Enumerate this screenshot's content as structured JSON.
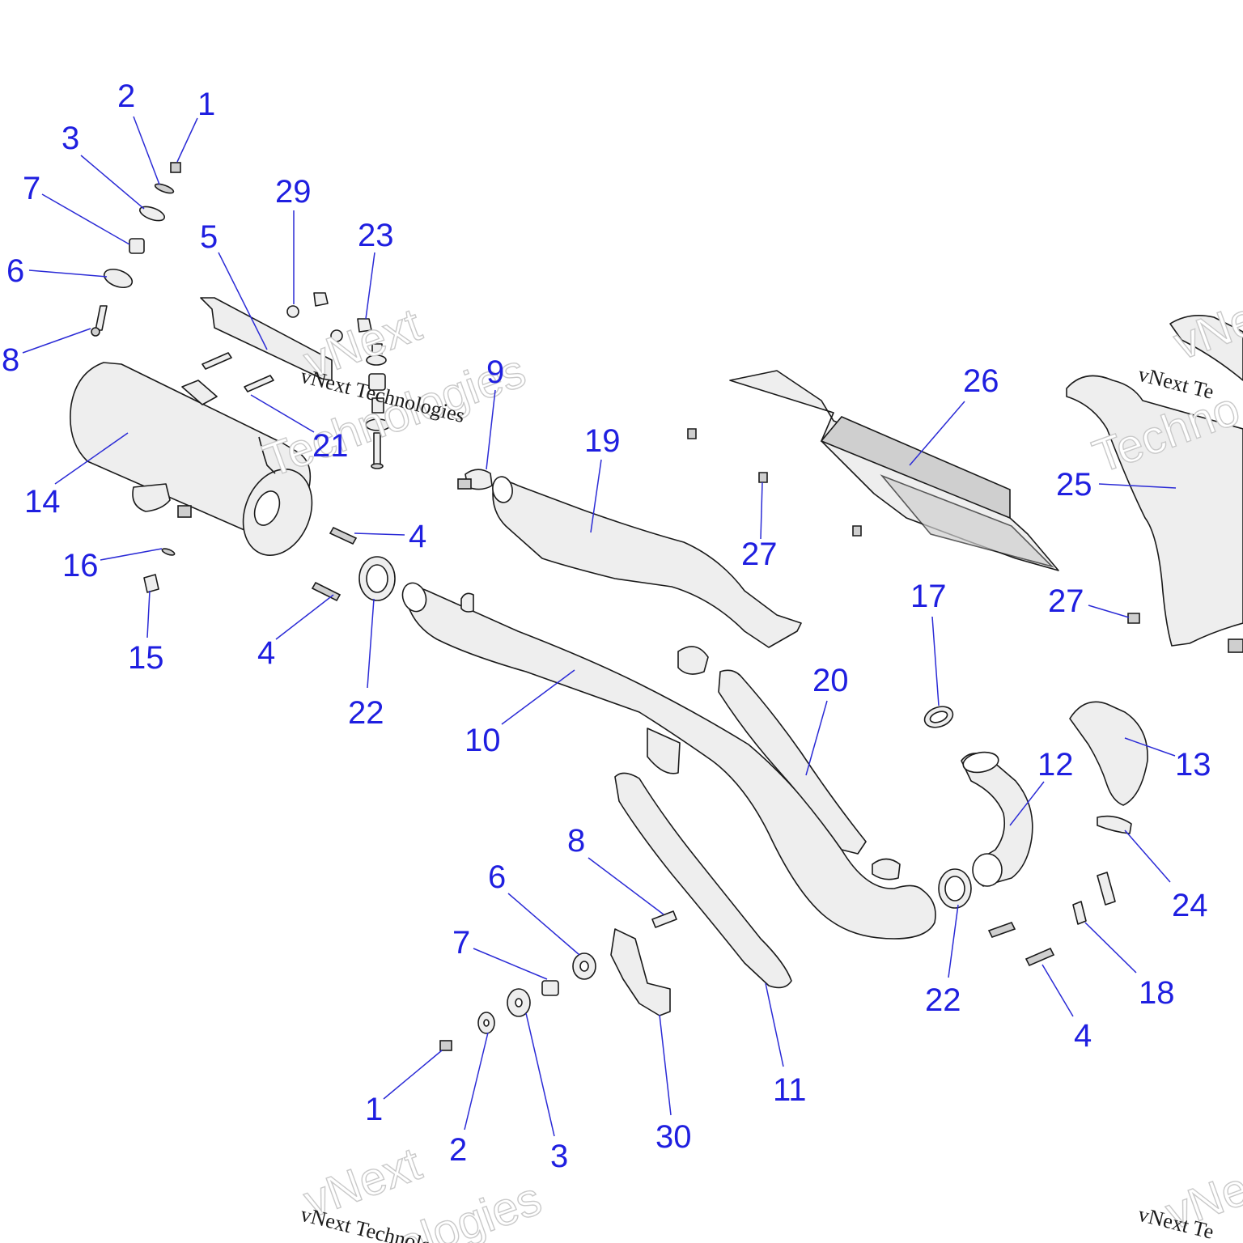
{
  "diagram": {
    "callouts": [
      {
        "id": "c-1a",
        "text": "1"
      },
      {
        "id": "c-2a",
        "text": "2"
      },
      {
        "id": "c-3a",
        "text": "3"
      },
      {
        "id": "c-7a",
        "text": "7"
      },
      {
        "id": "c-6a",
        "text": "6"
      },
      {
        "id": "c-8a",
        "text": "8"
      },
      {
        "id": "c-5",
        "text": "5"
      },
      {
        "id": "c-29",
        "text": "29"
      },
      {
        "id": "c-23",
        "text": "23"
      },
      {
        "id": "c-14",
        "text": "14"
      },
      {
        "id": "c-21",
        "text": "21"
      },
      {
        "id": "c-9",
        "text": "9"
      },
      {
        "id": "c-19",
        "text": "19"
      },
      {
        "id": "c-26",
        "text": "26"
      },
      {
        "id": "c-25",
        "text": "25"
      },
      {
        "id": "c-16",
        "text": "16"
      },
      {
        "id": "c-15",
        "text": "15"
      },
      {
        "id": "c-4a",
        "text": "4"
      },
      {
        "id": "c-4b",
        "text": "4"
      },
      {
        "id": "c-22a",
        "text": "22"
      },
      {
        "id": "c-27a",
        "text": "27"
      },
      {
        "id": "c-27b",
        "text": "27"
      },
      {
        "id": "c-17",
        "text": "17"
      },
      {
        "id": "c-10",
        "text": "10"
      },
      {
        "id": "c-20",
        "text": "20"
      },
      {
        "id": "c-12",
        "text": "12"
      },
      {
        "id": "c-13",
        "text": "13"
      },
      {
        "id": "c-8b",
        "text": "8"
      },
      {
        "id": "c-6b",
        "text": "6"
      },
      {
        "id": "c-7b",
        "text": "7"
      },
      {
        "id": "c-24",
        "text": "24"
      },
      {
        "id": "c-22b",
        "text": "22"
      },
      {
        "id": "c-18",
        "text": "18"
      },
      {
        "id": "c-4c",
        "text": "4"
      },
      {
        "id": "c-11",
        "text": "11"
      },
      {
        "id": "c-1b",
        "text": "1"
      },
      {
        "id": "c-2b",
        "text": "2"
      },
      {
        "id": "c-3b",
        "text": "3"
      },
      {
        "id": "c-30",
        "text": "30"
      }
    ],
    "watermarks": {
      "company_small": "vNext Technologies",
      "brand_a": "vNext",
      "brand_b": "Technologies",
      "cut_small": "vNext Te",
      "cut_big_a": "vNe",
      "cut_big_b": "Techno",
      "cut_bottom_small": "vNext Technolog",
      "cut_bottom_big": "ologies",
      "cut_corner_big": "vNe"
    },
    "colors": {
      "callout": "#1f1fe0",
      "leader": "#2b2bd6",
      "part_fill": "#eeeeee",
      "outline": "#1a1a1a"
    }
  }
}
